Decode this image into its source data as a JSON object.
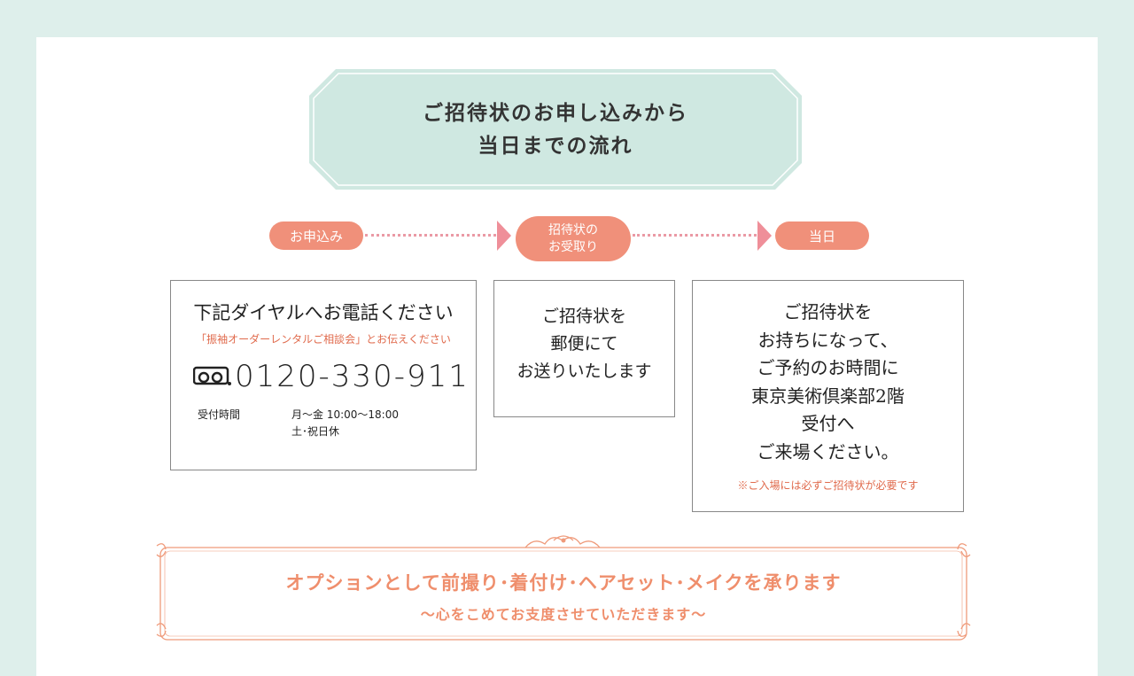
{
  "title": {
    "line1": "ご招待状のお申し込みから",
    "line2": "当日までの流れ"
  },
  "steps": [
    {
      "label": "お申込み"
    },
    {
      "label_line1": "招待状の",
      "label_line2": "お受取り"
    },
    {
      "label": "当日"
    }
  ],
  "box1": {
    "heading": "下記ダイヤルへお電話ください",
    "note": "「振袖オーダーレンタルご相談会」とお伝えください",
    "phone": "0120-330-911",
    "hours_label": "受付時間",
    "hours_line1": "月〜金 10:00〜18:00",
    "hours_line2": "土･祝日休"
  },
  "box2": {
    "lines": [
      "ご招待状を",
      "郵便にて",
      "お送りいたします"
    ]
  },
  "box3": {
    "lines": [
      "ご招待状を",
      "お持ちになって、",
      "ご予約のお時間に",
      "東京美術倶楽部2階",
      "受付へ",
      "ご来場ください。"
    ],
    "note": "※ご入場には必ずご招待状が必要です"
  },
  "options": {
    "main": "オプションとして前撮り･着付け･ヘアセット･メイクを承ります",
    "sub": "〜心をこめてお支度させていただきます〜"
  },
  "colors": {
    "background": "#deefeb",
    "accent": "#f0907a",
    "note": "#e06a4c",
    "banner": "#ef8e6c"
  }
}
